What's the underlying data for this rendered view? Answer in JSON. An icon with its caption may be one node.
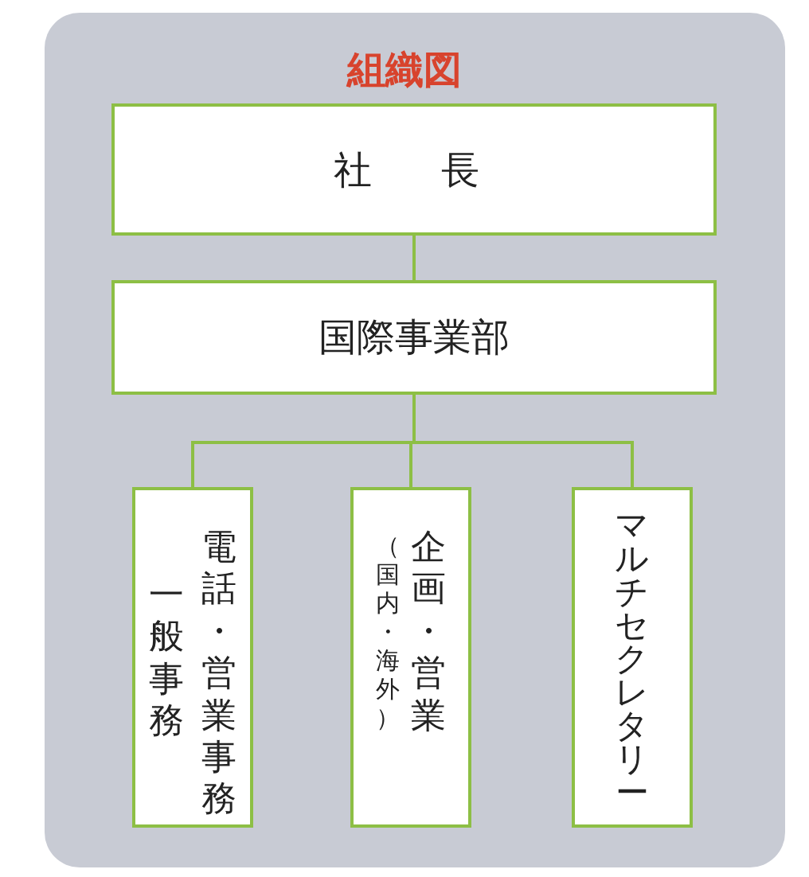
{
  "diagram": {
    "title": "組織図",
    "nodes": [
      {
        "text": [
          "社　長"
        ]
      },
      {
        "text": [
          "国際事業部"
        ]
      },
      {
        "text": [
          "一般事務",
          "電話・営業事務"
        ]
      },
      {
        "text": [
          "（国内・海外）",
          "企画・営業"
        ]
      },
      {
        "text": [
          "マルチセクレタリー"
        ]
      }
    ],
    "edges": [
      {
        "from": 0,
        "to": 1,
        "arrow": "none"
      },
      {
        "from": 1,
        "to": 2,
        "arrow": "none"
      },
      {
        "from": 1,
        "to": 3,
        "arrow": "none"
      },
      {
        "from": 1,
        "to": 4,
        "arrow": "none"
      }
    ]
  }
}
